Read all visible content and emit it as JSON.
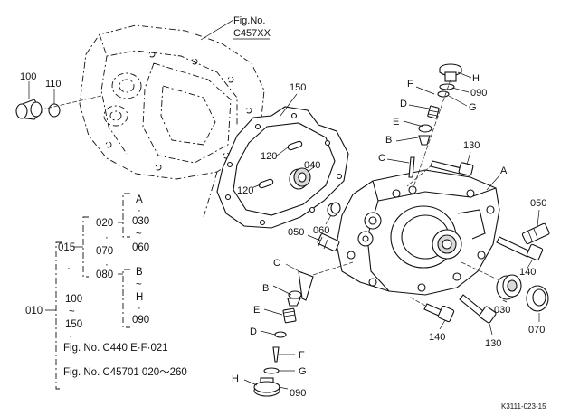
{
  "figure": {
    "ref_caption": "Fig.No.",
    "ref_number": "C457XX",
    "code": "K3111-023-15"
  },
  "callouts": {
    "c100": "100",
    "c110": "110",
    "c150": "150",
    "c120a": "120",
    "c120b": "120",
    "c040": "040",
    "c060": "060",
    "c050a": "050",
    "c050b": "050",
    "c130a": "130",
    "c130b": "130",
    "c140a": "140",
    "c140b": "140",
    "c030": "030",
    "c070": "070",
    "cA": "A",
    "cHtop": "H",
    "c090top": "090",
    "cGtop": "G",
    "cFtop": "F",
    "cDtop": "D",
    "cEtop": "E",
    "cBtop": "B",
    "cCtop": "C",
    "cCbot": "C",
    "cBbot": "B",
    "cEbot": "E",
    "cDbot": "D",
    "cFbot": "F",
    "cGbot": "G",
    "cHbot": "H",
    "c090bot": "090"
  },
  "tree": {
    "root": "010",
    "n015": "015",
    "n020": "020",
    "n070": "070",
    "n080": "080",
    "dot1": "·",
    "dot2": "·",
    "dot3": "·",
    "dot4": "·",
    "dot5": "·",
    "dot6": "·",
    "a": "A",
    "a030": "030",
    "tilde1": "~",
    "a060": "060",
    "b": "B",
    "tilde2": "~",
    "h": "H",
    "b090": "090",
    "n100": "100",
    "tilde3": "~",
    "n150": "150",
    "ref1": "Fig. No. C440  E·F·021",
    "ref2": "Fig. No. C45701  020～260"
  }
}
